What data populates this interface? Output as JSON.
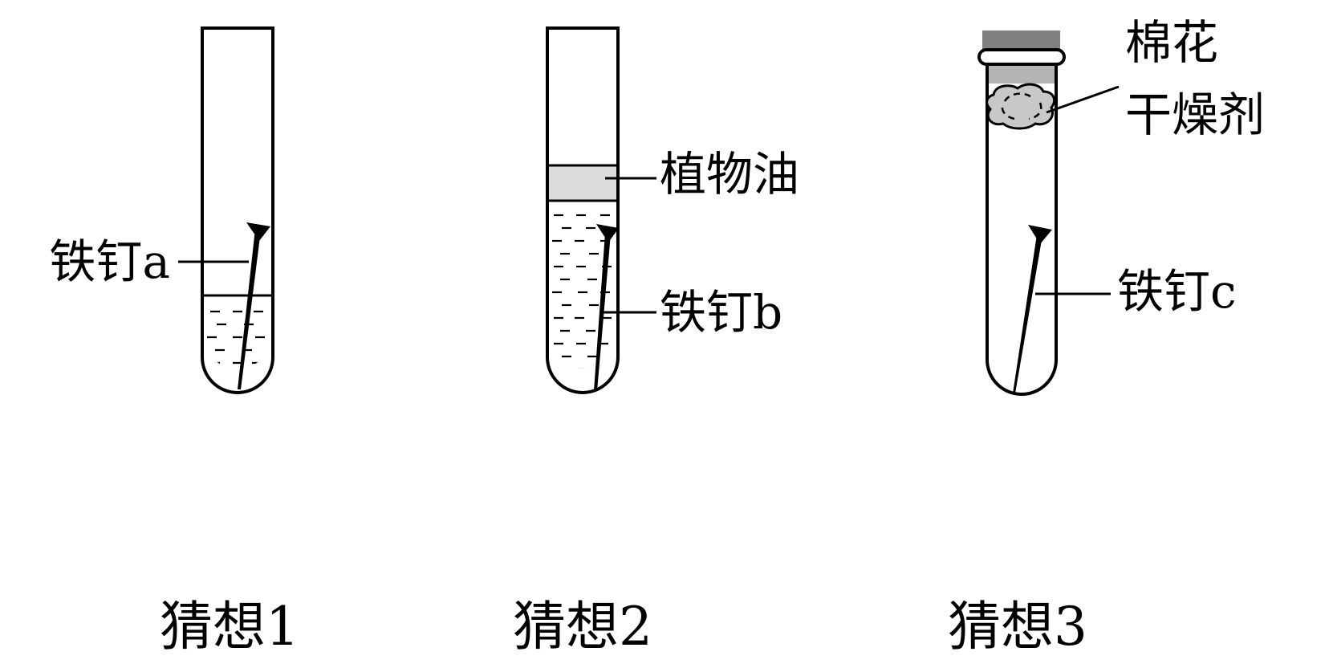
{
  "tubes": [
    {
      "caption": "猜想1",
      "nail_label": "铁钉a"
    },
    {
      "caption": "猜想2",
      "oil_label": "植物油",
      "nail_label": "铁钉b"
    },
    {
      "caption": "猜想3",
      "cotton_label": "棉花",
      "desiccant_label": "干燥剂",
      "nail_label": "铁钉c"
    }
  ],
  "colors": {
    "stroke": "#000000",
    "oil": "#dcdcdc",
    "cotton": "#c8c8c8",
    "stopper": "#808080",
    "stopper_light": "#b4b4b4"
  }
}
